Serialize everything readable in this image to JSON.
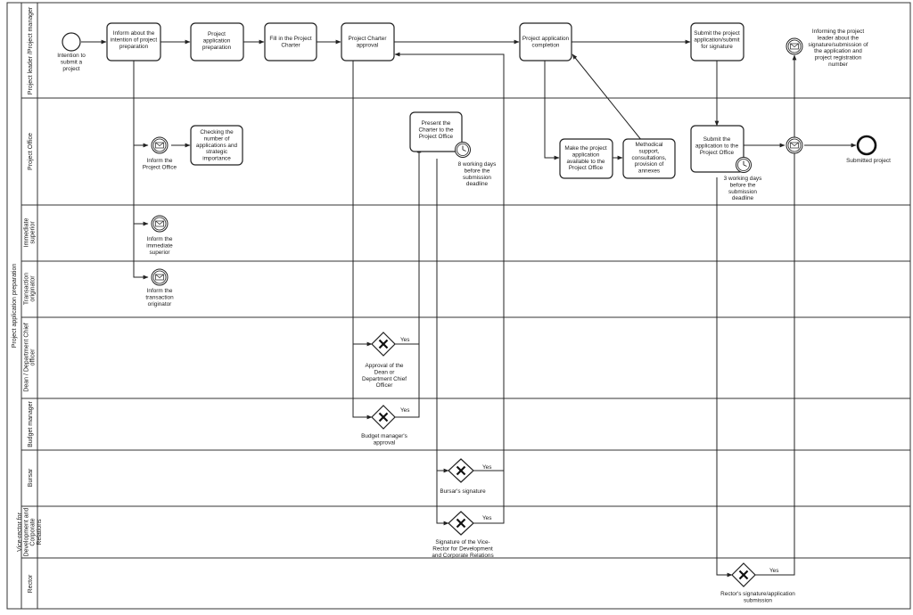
{
  "pool": {
    "label": "Project application preparation"
  },
  "lanes": [
    "Project leader /Project manager",
    "Project Office",
    "Immediate superior",
    "Transaction originator",
    "Dean / Department Chief officer",
    "Budget manager",
    "Bursar",
    "Vice-rector for Development and Corporate Relations",
    "Rector"
  ],
  "events": {
    "start": [
      "Intention to",
      "submit a",
      "project"
    ],
    "end": [
      "Submitted project"
    ]
  },
  "tasks": {
    "t1": [
      "Inform about the",
      "intention of project",
      "preparation"
    ],
    "t2": [
      "Project",
      "application",
      "preparation"
    ],
    "t3": [
      "Fill in the Project",
      "Charter"
    ],
    "t4": [
      "Project Charter",
      "approval"
    ],
    "t5": [
      "Project application",
      "completion"
    ],
    "t6": [
      "Submit the project",
      "application/submit",
      "for signature"
    ],
    "t7": [
      "Checking the",
      "number of",
      "applications and",
      "strategic",
      "importance"
    ],
    "t8": [
      "Present the",
      "Charter to the",
      "Project Office"
    ],
    "t9": [
      "Make the project",
      "application",
      "available to the",
      "Project Office"
    ],
    "t10": [
      "Methodical",
      "support,",
      "consultations,",
      "provision of",
      "annexes"
    ],
    "t11": [
      "Submit the",
      "application to the",
      "Project Office"
    ]
  },
  "messages": {
    "m_po": [
      "Inform the",
      "Project Office"
    ],
    "m_sup": [
      "Inform the",
      "immediate",
      "superior"
    ],
    "m_orig": [
      "Inform the",
      "transaction",
      "originator"
    ],
    "m_leader": [
      "Informing the project",
      "leader about the",
      "signature/submission of",
      "the application and",
      "project registration",
      "number"
    ]
  },
  "timers": {
    "tm1": [
      "8 working days",
      "before the",
      "submission",
      "deadline"
    ],
    "tm2": [
      "3 working days",
      "before the",
      "submission",
      "deadline"
    ]
  },
  "gateways": {
    "g_dean": [
      "Approval of the",
      "Dean or",
      "Department Chief",
      "Officer"
    ],
    "g_budget": [
      "Budget manager's",
      "approval"
    ],
    "g_bursar": [
      "Bursar's signature"
    ],
    "g_vice": [
      "Signature of the Vice-",
      "Rector for Development",
      "and Corporate Relations"
    ],
    "g_rector": [
      "Rector's signature/application",
      "submission"
    ],
    "yes": "Yes"
  }
}
